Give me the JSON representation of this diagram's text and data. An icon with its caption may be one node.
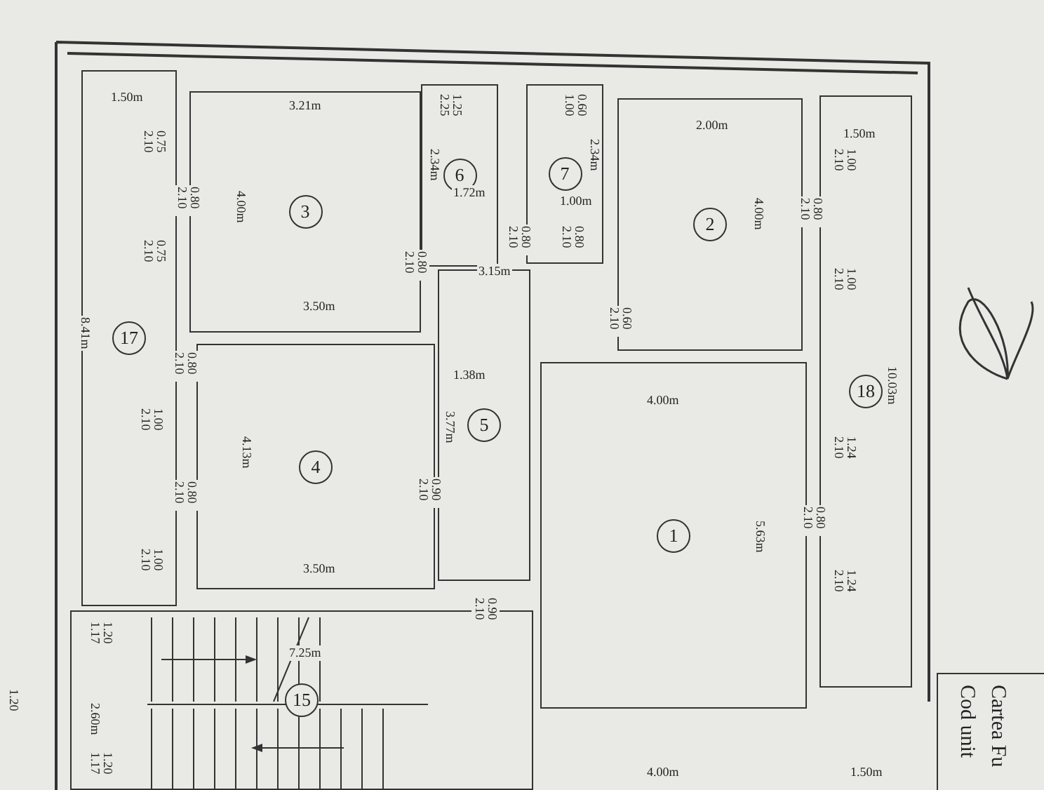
{
  "diagram": {
    "nodes": [
      {
        "text": [
          "17"
        ]
      },
      {
        "text": [
          "3"
        ]
      },
      {
        "text": [
          "6"
        ]
      },
      {
        "text": [
          "7"
        ]
      },
      {
        "text": [
          "2"
        ]
      },
      {
        "text": [
          "18"
        ]
      },
      {
        "text": [
          "4"
        ]
      },
      {
        "text": [
          "5"
        ]
      },
      {
        "text": [
          "1"
        ]
      },
      {
        "text": [
          "15"
        ]
      }
    ],
    "edges": [],
    "labels": [
      "1.50m",
      "3.21m",
      "0.75 2.10",
      "0.80 2.10",
      "4.00m",
      "0.75 2.10",
      "3.50m",
      "8.41m",
      "1.25 2.25",
      "2.34m",
      "1.72m",
      "0.60 1.00",
      "2.34m",
      "1.00m",
      "0.80 2.10",
      "0.80 2.10",
      "0.80 2.10",
      "3.15m",
      "2.00m",
      "4.00m",
      "0.80 2.10",
      "0.60 2.10",
      "1.50m",
      "1.00 2.10",
      "1.00 2.10",
      "10.03m",
      "1.24 2.10",
      "0.80 2.10",
      "1.24 2.10",
      "0.80 2.10",
      "1.00 2.10",
      "4.13m",
      "0.80 2.10",
      "1.00 2.10",
      "3.50m",
      "1.38m",
      "3.77m",
      "0.90 2.10",
      "4.00m",
      "5.63m",
      "0.90 2.10",
      "1.20 1.17",
      "7.25m",
      "2.60m",
      "1.20 1.17",
      "1.20",
      "4.00m",
      "1.50m",
      "Cartea Fu",
      "Cod unit"
    ]
  }
}
